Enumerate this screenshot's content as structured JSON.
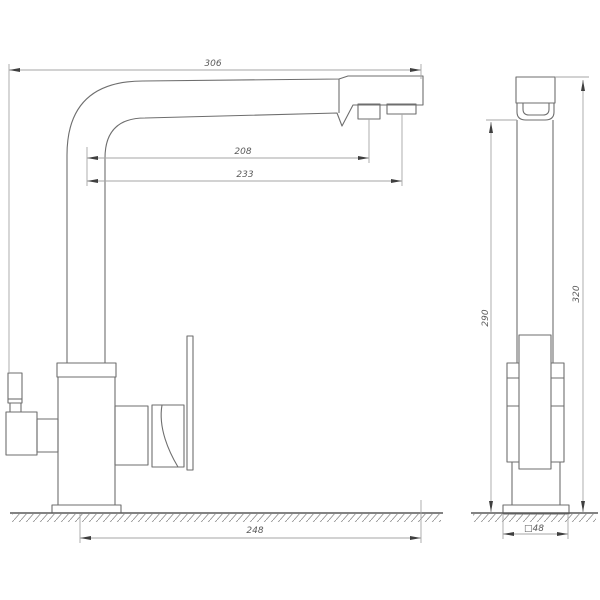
{
  "canvas": {
    "background": "#ffffff",
    "object_line_color": "#6e6e6e",
    "dimension_line_color": "#a6a6a6",
    "arrow_color": "#3f3f3f",
    "text_color": "#5a5a5a",
    "ground_line_color": "#5a5a5a"
  },
  "dimensions": {
    "total_reach": "306",
    "main_outlet_offset": "208",
    "filter_outlet_offset": "233",
    "base_to_spout_tip": "248",
    "counter_to_spout_underside": "290",
    "total_height": "320",
    "base_square": "□48"
  }
}
